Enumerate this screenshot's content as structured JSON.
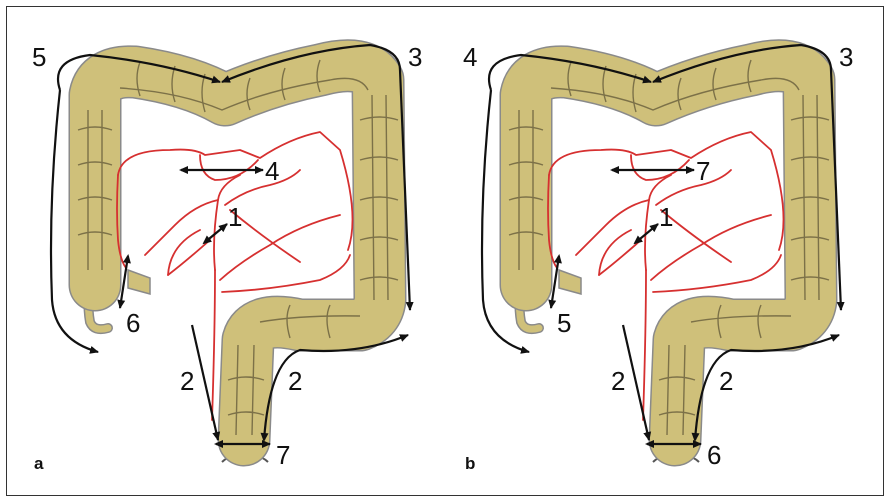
{
  "figure": {
    "colors": {
      "colon": "#cfc07a",
      "vessel": "#d63030",
      "arrow": "#111111",
      "border": "#333333"
    },
    "panels": [
      {
        "id": "a",
        "label": "a",
        "numbers": {
          "mesenteric": "1",
          "sigmoid_left": "2",
          "sigmoid_right": "2",
          "splenic": "3",
          "transverse": "4",
          "hepatic": "5",
          "ileocecal": "6",
          "rectal": "7"
        }
      },
      {
        "id": "b",
        "label": "b",
        "numbers": {
          "mesenteric": "1",
          "sigmoid_left": "2",
          "sigmoid_right": "2",
          "splenic": "3",
          "transverse": "7",
          "hepatic": "4",
          "ileocecal": "5",
          "rectal": "6"
        }
      }
    ]
  }
}
